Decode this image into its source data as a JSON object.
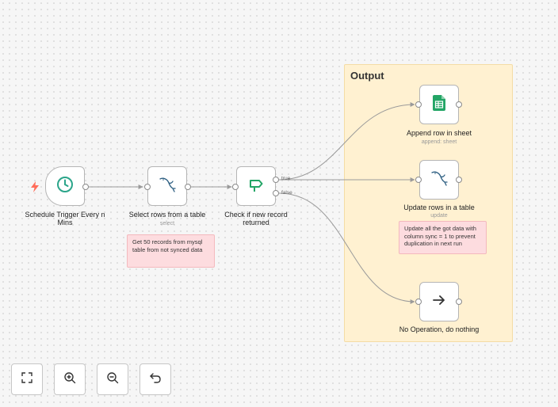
{
  "canvas": {
    "sticky": {
      "title": "Output"
    },
    "nodes": {
      "schedule": {
        "label": "Schedule Trigger Every n Mins",
        "icon": "clock-icon"
      },
      "select_rows": {
        "label": "Select rows from a table",
        "subtitle": "select",
        "icon": "mysql-dolphin-icon"
      },
      "check": {
        "label": "Check if new record returned",
        "icon": "signpost-icon"
      },
      "append": {
        "label": "Append row in sheet",
        "subtitle": "append: sheet",
        "icon": "google-sheets-icon"
      },
      "update": {
        "label": "Update rows in a table",
        "subtitle": "update",
        "icon": "mysql-dolphin-icon"
      },
      "noop": {
        "label": "No Operation, do nothing",
        "icon": "arrow-right-icon"
      }
    },
    "branches": {
      "true_label": "true",
      "false_label": "false"
    },
    "notes": {
      "select_note": "Get 50 records from mysql table from not synced data",
      "update_note": "Update all the got data with column sync = 1 to prevent duplication in next run"
    }
  },
  "controls": [
    {
      "name": "fit-view",
      "icon": "fullscreen-icon"
    },
    {
      "name": "zoom-in",
      "icon": "zoom-in-icon"
    },
    {
      "name": "zoom-out",
      "icon": "zoom-out-icon"
    },
    {
      "name": "reset",
      "icon": "undo-icon"
    }
  ],
  "colors": {
    "accent": "#ff6d5a",
    "trigger_icon": "#2ba58a",
    "sheets": "#23a566",
    "mysql": "#2b5d80",
    "sticky_bg": "#fff1d1",
    "note_bg": "#fddcdf"
  }
}
